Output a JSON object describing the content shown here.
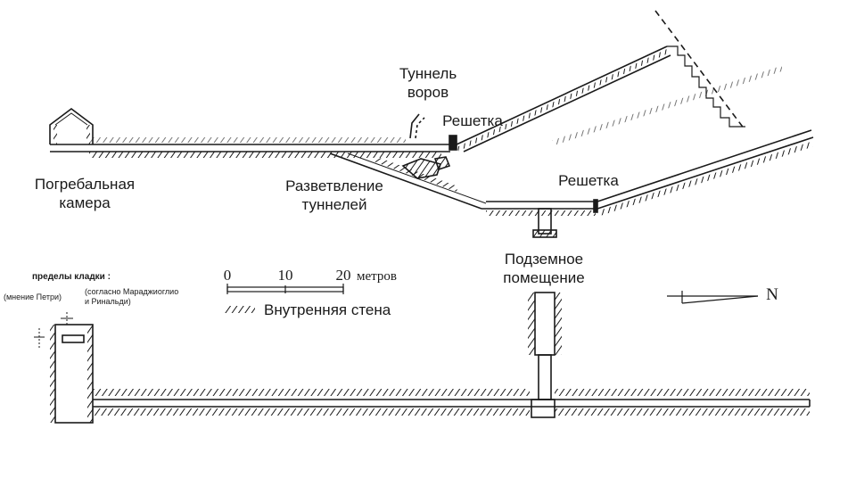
{
  "labels": {
    "burial_chamber": [
      "Погребальная",
      "камера"
    ],
    "thieves_tunnel": [
      "Туннель",
      "воров"
    ],
    "grate_upper": "Решетка",
    "grate_lower": "Решетка",
    "tunnel_fork": [
      "Разветвление",
      "туннелей"
    ],
    "underground_room": [
      "Подземное",
      "помещение"
    ],
    "masonry_limits": "пределы кладки :",
    "petrie_note": "(мнение Петри)",
    "maragioglio_note": [
      "(согласно Мараджиоглио",
      "и Ринальди)"
    ]
  },
  "scale": {
    "ticks": [
      "0",
      "10",
      "20"
    ],
    "unit": "метров"
  },
  "legend": {
    "inner_wall": "Внутренняя стена"
  },
  "north": "N",
  "colors": {
    "ink": "#1a1a1a",
    "background": "#ffffff"
  }
}
